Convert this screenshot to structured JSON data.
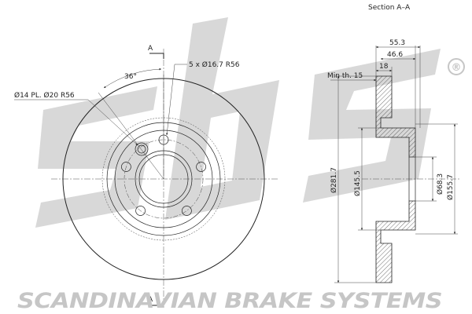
{
  "colors": {
    "line": "#222222",
    "watermark": "#d6d6d6",
    "brand_text": "#c6c6c6"
  },
  "watermark": {
    "logo_text": "sbs",
    "registered_mark": "®",
    "company": "SCANDINAVIAN BRAKE SYSTEMS"
  },
  "front_view": {
    "section_marker": "A",
    "angle_label": "36°",
    "holes_label": "5 x Ø16.7 R56",
    "small_holes_label": "Ø14 PL. Ø20 R56"
  },
  "section_view": {
    "title": "Section A–A",
    "dim_overall_width": "55.3",
    "dim_hat_width": "46.6",
    "dim_thickness": "18",
    "min_thickness_label": "Min th. 15",
    "dia_outer": "Ø281.7",
    "dia_inner": "Ø145.5",
    "dia_bore": "Ø68.3",
    "dia_hat": "Ø155.7"
  }
}
